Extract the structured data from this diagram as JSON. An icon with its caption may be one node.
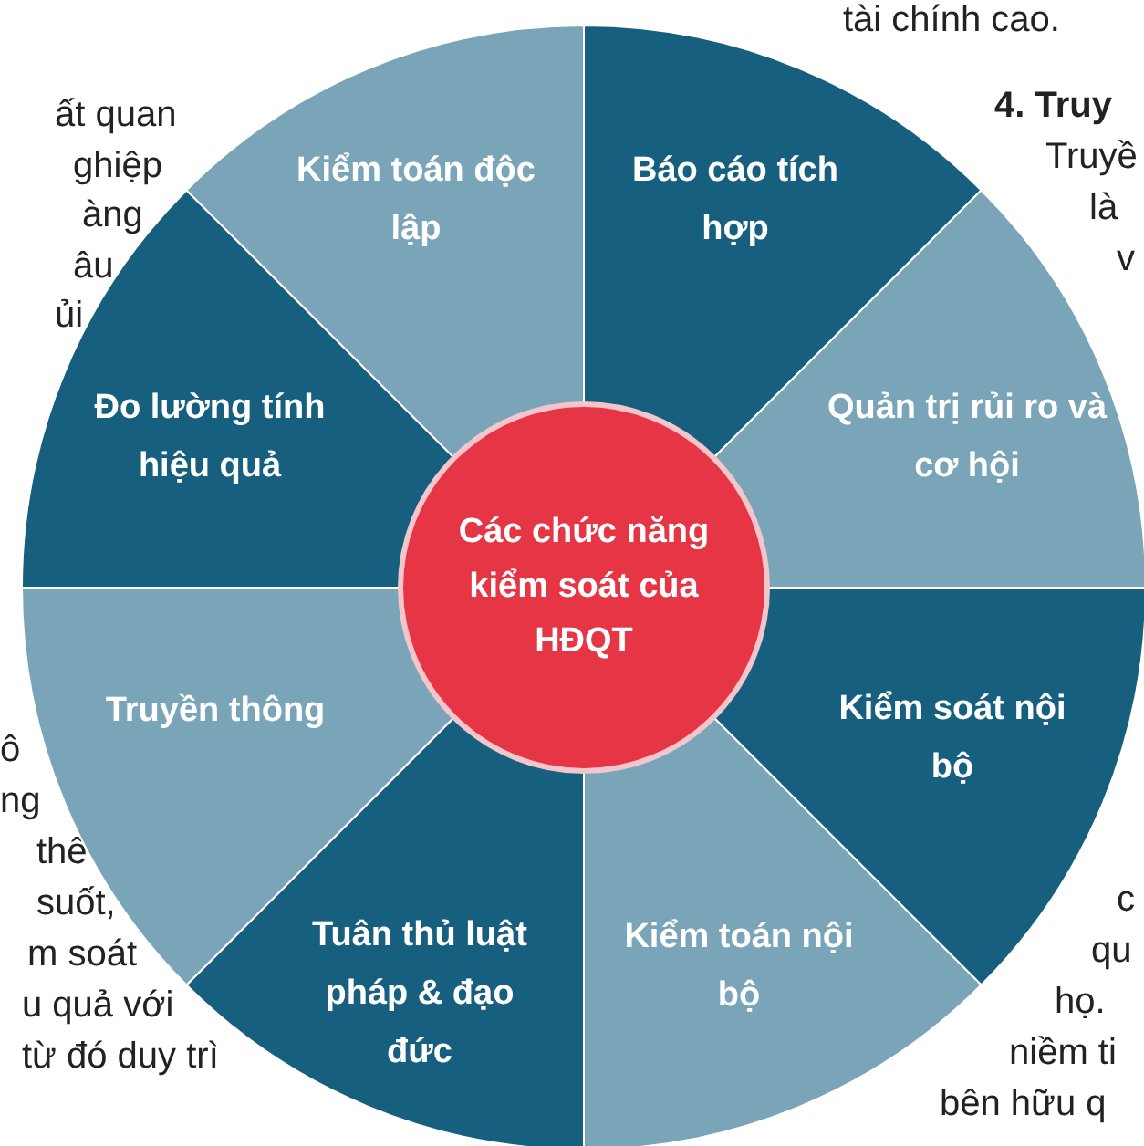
{
  "diagram": {
    "nodes": [
      {
        "text": [
          "Các chức năng kiểm soát của HĐQT"
        ]
      },
      {
        "text": [
          "Báo cáo tích hợp"
        ]
      },
      {
        "text": [
          "Quản trị rủi ro và cơ hội"
        ]
      },
      {
        "text": [
          "Kiểm soát nội bộ"
        ]
      },
      {
        "text": [
          "Kiểm toán nội bộ"
        ]
      },
      {
        "text": [
          "Tuân thủ luật pháp & đạo đức"
        ]
      },
      {
        "text": [
          "Truyền thông"
        ]
      },
      {
        "text": [
          "Đo lường tính hiệu quả"
        ]
      },
      {
        "text": [
          "Kiểm toán độc lập"
        ]
      }
    ],
    "edges": [],
    "labels": [
      "tài chính cao.",
      "ất quan",
      "ghiệp",
      "àng",
      "âu",
      "ủi",
      "4. Truy",
      "Truyề",
      "là",
      "v",
      "ô",
      "ng",
      "thể",
      "suốt,",
      "m soát",
      "u quả với",
      "từ đó duy trì",
      "c",
      "qu",
      "họ.",
      "niềm ti",
      "bên hữu q"
    ]
  }
}
